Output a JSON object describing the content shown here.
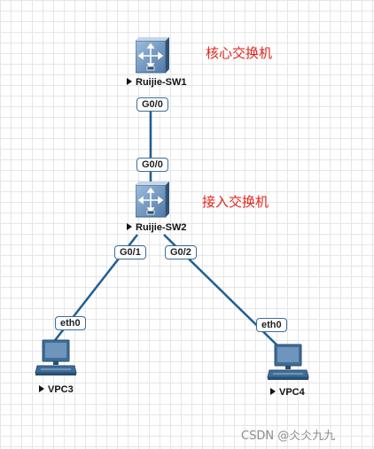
{
  "devices": {
    "sw1": {
      "name": "Ruijie-SW1",
      "type": "switch-icon"
    },
    "sw2": {
      "name": "Ruijie-SW2",
      "type": "switch-icon"
    },
    "vpc3": {
      "name": "VPC3",
      "type": "pc-icon"
    },
    "vpc4": {
      "name": "VPC4",
      "type": "pc-icon"
    }
  },
  "ports": {
    "sw1_g00": "G0/0",
    "sw2_g00": "G0/0",
    "sw2_g01": "G0/1",
    "sw2_g02": "G0/2",
    "vpc3_eth0": "eth0",
    "vpc4_eth0": "eth0"
  },
  "notes": {
    "core": "核心交换机",
    "access": "接入交换机"
  },
  "watermark": "CSDN @仌仌九九",
  "colors": {
    "link": "#1f5f95",
    "note": "#e0261c",
    "switch_face": "#6f95bd",
    "pc_body": "#3e6d96"
  }
}
